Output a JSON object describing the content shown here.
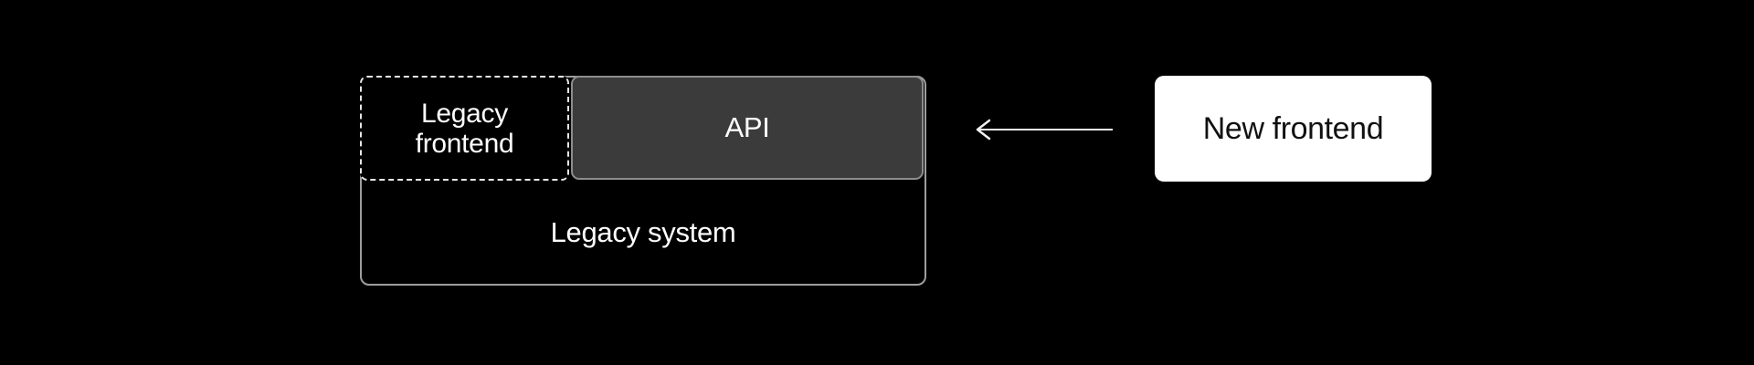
{
  "page": {
    "background": "#000000"
  },
  "diagram": {
    "legacy_system": {
      "label": "Legacy system",
      "fill": "#000000",
      "border_color": "#9e9e9e",
      "text_color": "#ffffff"
    },
    "legacy_frontend": {
      "label": "Legacy frontend",
      "fill": "#000000",
      "border_color": "#e6e6e6",
      "border_style": "dashed",
      "text_color": "#ffffff"
    },
    "api": {
      "label": "API",
      "fill": "#3b3b3b",
      "border_color": "#8d8d8d",
      "text_color": "#ffffff"
    },
    "new_frontend": {
      "label": "New frontend",
      "fill": "#ffffff",
      "text_color": "#111111"
    },
    "arrow": {
      "from": "New frontend",
      "to": "API",
      "direction": "right-to-left",
      "color": "#f0f0f0"
    }
  }
}
